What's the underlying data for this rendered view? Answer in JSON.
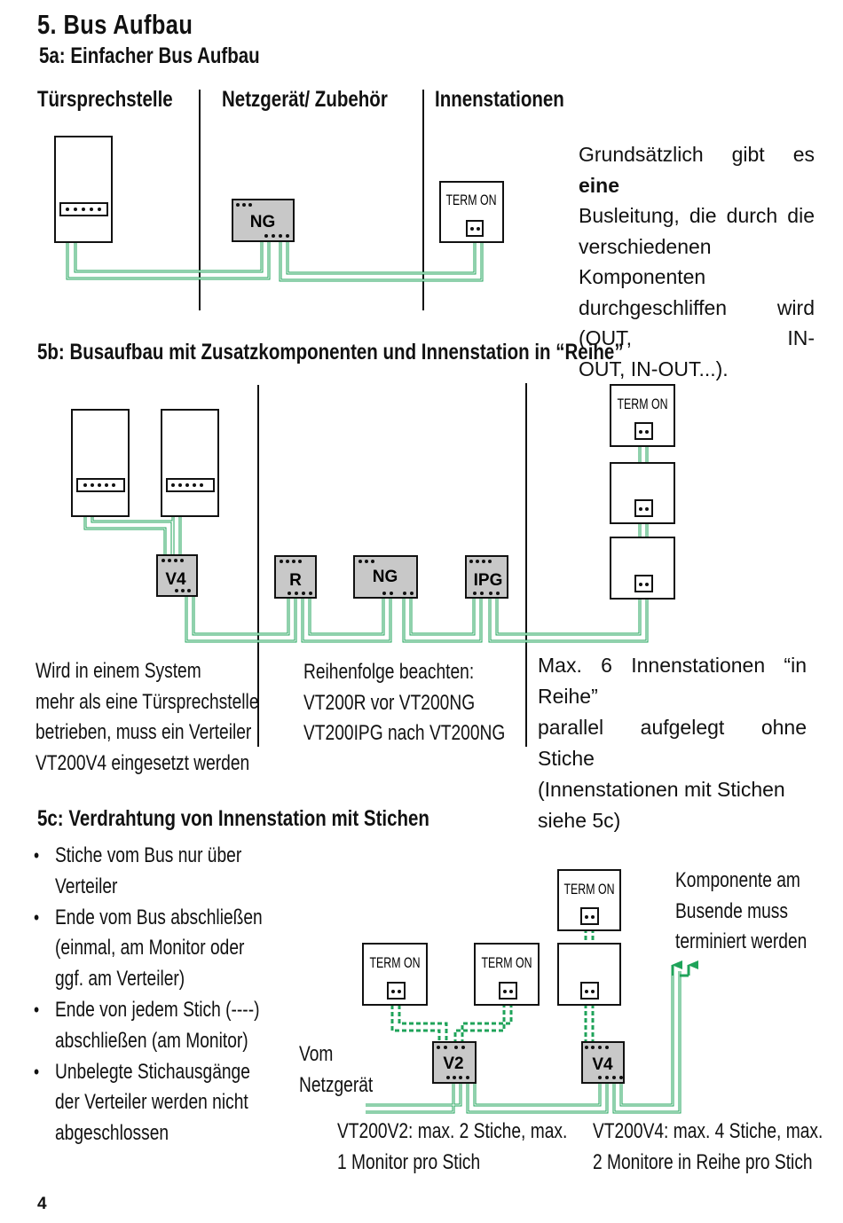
{
  "title": "5.  Bus Aufbau",
  "section_a": {
    "heading": "5a: Einfacher Bus Aufbau",
    "col_door": "Türsprechstelle",
    "col_power": "Netzgerät/ Zubehör",
    "col_indoor": "Innenstationen",
    "box_ng": "NG",
    "term_label": "TERM ON",
    "description_lines": [
      "Grundsätzlich gibt es",
      "eine",
      "Busleitung, die durch die",
      "verschiedenen Komponenten",
      "durchgeschliffen wird (OUT, IN-",
      "OUT, IN-OUT...)."
    ]
  },
  "section_b": {
    "heading": "5b: Busaufbau mit Zusatzkomponenten und Innenstation in “Reihe”",
    "box_v4": "V4",
    "box_r": "R",
    "box_ng": "NG",
    "box_ipg": "IPG",
    "term_label": "TERM ON",
    "note_left": [
      "Wird in einem System",
      "mehr als eine Türsprechstelle",
      "betrieben, muss ein Verteiler",
      "VT200V4 eingesetzt werden"
    ],
    "note_mid": [
      "Reihenfolge beachten:",
      "VT200R vor VT200NG",
      "VT200IPG nach VT200NG"
    ],
    "note_right": [
      "Max. 6 Innenstationen “in Reihe”",
      "parallel aufgelegt ohne Stiche",
      "(Innenstationen mit Stichen siehe 5c)"
    ]
  },
  "section_c": {
    "heading": "5c: Verdrahtung von Innenstation mit Stichen",
    "bullets": [
      "Stiche vom Bus nur über Verteiler",
      "Ende vom Bus abschließen (einmal, am Monitor oder ggf. am Verteiler)",
      "Ende von jedem Stich (----) abschließen (am Monitor)",
      "Unbelegte Stichausgänge der Verteiler werden nicht abgeschlossen"
    ],
    "bullet_lines": [
      [
        "Stiche vom Bus nur über",
        "Verteiler"
      ],
      [
        "Ende vom Bus abschließen",
        "(einmal, am Monitor oder",
        "ggf. am Verteiler)"
      ],
      [
        "Ende von jedem Stich (----)",
        "abschließen (am Monitor)"
      ],
      [
        "Unbelegte Stichausgänge",
        "der Verteiler werden nicht",
        "abgeschlossen"
      ]
    ],
    "box_v2": "V2",
    "box_v4": "V4",
    "term_label": "TERM ON",
    "from_psu": [
      "Vom",
      "Netzgerät"
    ],
    "terminate_note": [
      "Komponente am",
      "Busende muss",
      "terminiert werden"
    ],
    "v2_note": [
      "VT200V2: max. 2 Stiche, max.",
      "1 Monitor pro Stich"
    ],
    "v4_note": [
      "VT200V4: max. 4 Stiche, max.",
      "2 Monitore in Reihe pro Stich"
    ]
  },
  "page_number": "4",
  "colors": {
    "wire": "#1fa35a",
    "box_fill": "#c8c8c8",
    "line": "#111111"
  }
}
